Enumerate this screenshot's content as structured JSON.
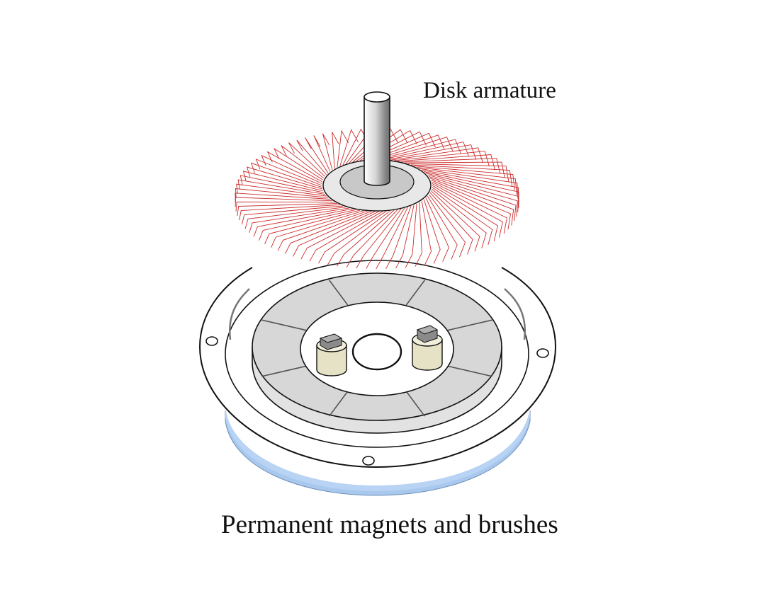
{
  "labels": {
    "armature": "Disk armature",
    "base": "Permanent magnets and brushes"
  },
  "parts": {
    "armature_windings": {
      "count": 90,
      "color": "#cc2b2b"
    },
    "magnet_segments": {
      "count": 8,
      "color": "#d9d9d9"
    },
    "brushes": {
      "count": 2,
      "body_color": "#e6e2c6",
      "carbon_color": "#7a7a7a"
    },
    "housing": {
      "mount_holes": 3,
      "base_color": "#a9c8ee"
    }
  },
  "icons": [
    "shaft",
    "disk-armature",
    "permanent-magnet-ring",
    "brush",
    "housing"
  ]
}
